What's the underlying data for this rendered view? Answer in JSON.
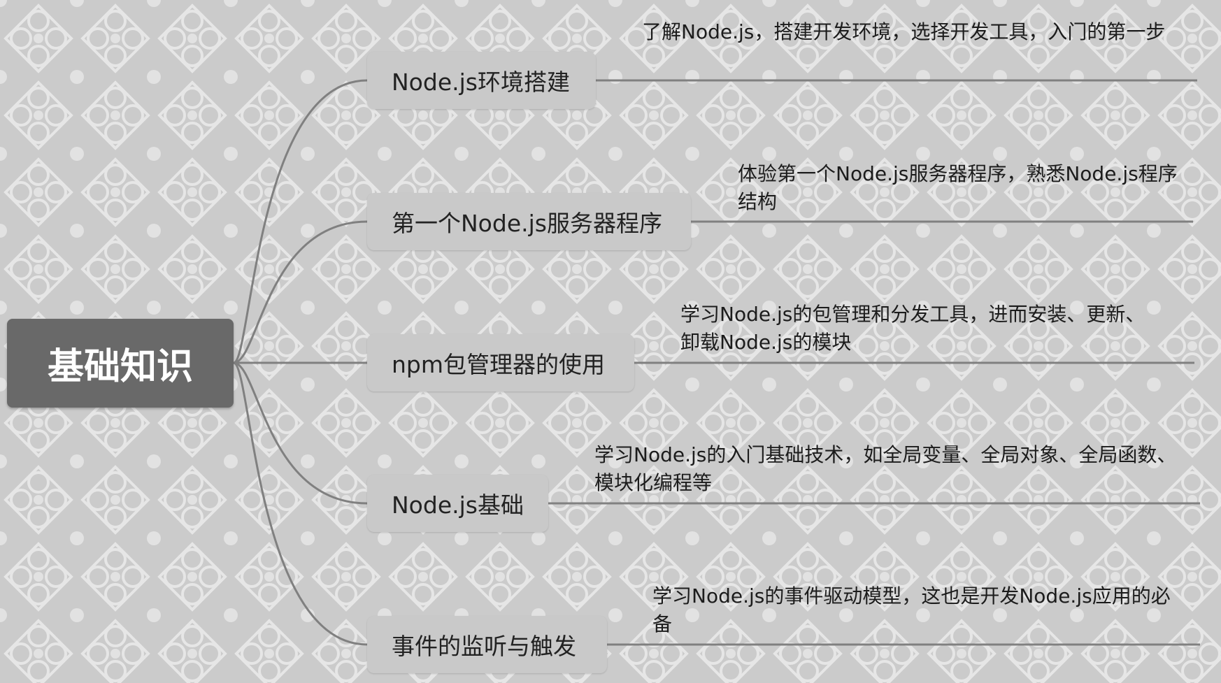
{
  "root": {
    "label": "基础知识"
  },
  "branches": [
    {
      "label": "Node.js环境搭建",
      "desc": "了解Node.js，搭建开发环境，选择开发工具，入门的第一步"
    },
    {
      "label": "第一个Node.js服务器程序",
      "desc": "体验第一个Node.js服务器程序，熟悉Node.js程序结构"
    },
    {
      "label": "npm包管理器的使用",
      "desc": "学习Node.js的包管理和分发工具，进而安装、更新、卸载Node.js的模块"
    },
    {
      "label": "Node.js基础",
      "desc": "学习Node.js的入门基础技术，如全局变量、全局对象、全局函数、模块化编程等"
    },
    {
      "label": "事件的监听与触发",
      "desc": "学习Node.js的事件驱动模型，这也是开发Node.js应用的必备"
    }
  ],
  "colors": {
    "root_fill": "#696969",
    "branch_fill": "#c9c9c9",
    "connector": "#808080",
    "background": "#cfcfcf"
  }
}
